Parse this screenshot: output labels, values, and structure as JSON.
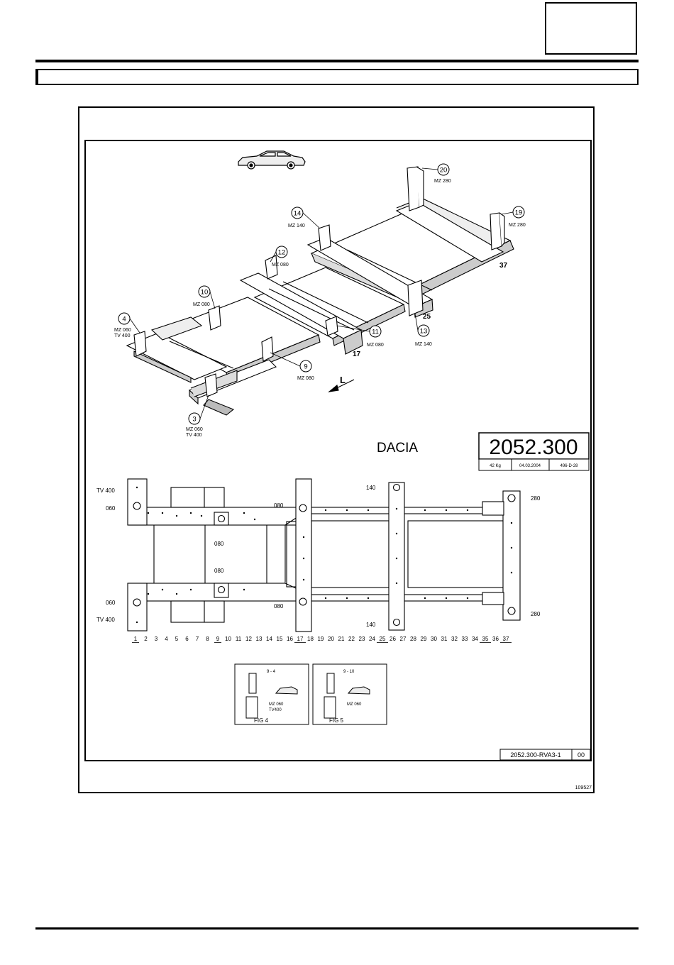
{
  "brand": "DACIA",
  "tool_number": "2052.300",
  "info_cells": [
    "42 Kg",
    "04.03.2004",
    "496-D-28"
  ],
  "reference_code": "2052.300-RVA3-1",
  "revision": "00",
  "image_id": "109527",
  "callouts": [
    {
      "num": "20",
      "label": "MZ 280"
    },
    {
      "num": "19",
      "label": "MZ 280"
    },
    {
      "num": "14",
      "label": "MZ 140"
    },
    {
      "num": "12",
      "label": "MZ 080"
    },
    {
      "num": "10",
      "label": "MZ 080"
    },
    {
      "num": "4",
      "label": "MZ 060",
      "label2": "TV 400"
    },
    {
      "num": "11",
      "label": "MZ 080"
    },
    {
      "num": "13",
      "label": "MZ 140"
    },
    {
      "num": "9",
      "label": "MZ 080"
    },
    {
      "num": "3",
      "label": "MZ 060",
      "label2": "TV 400"
    }
  ],
  "frame_marks": [
    "37",
    "25",
    "17"
  ],
  "direction_mark": "L",
  "plan_labels": {
    "tv400_top": "TV 400",
    "tv400_bottom": "TV 400",
    "l060_top": "060",
    "l060_bottom": "060",
    "l080_mid_top": "080",
    "l080_mid_bottom": "080",
    "l080_col17_top": "080",
    "l080_col17_bottom": "080",
    "l140_top": "140",
    "l140_bottom": "140",
    "l280_top": "280",
    "l280_bottom": "280"
  },
  "scale_numbers": [
    "1",
    "2",
    "3",
    "4",
    "5",
    "6",
    "7",
    "8",
    "9",
    "10",
    "11",
    "12",
    "13",
    "14",
    "15",
    "16",
    "17",
    "18",
    "19",
    "20",
    "21",
    "22",
    "23",
    "24",
    "25",
    "26",
    "27",
    "28",
    "29",
    "30",
    "31",
    "32",
    "33",
    "34",
    "35",
    "36",
    "37"
  ],
  "scale_underlined": [
    "1",
    "9",
    "17",
    "25",
    "35",
    "37"
  ],
  "fig4": {
    "caption": "FIG 4",
    "range": "9 - 4",
    "labels": [
      "MZ 060",
      "TV400"
    ]
  },
  "fig5": {
    "caption": "FIG 5",
    "range": "9 - 10",
    "labels": [
      "MZ 060"
    ]
  }
}
